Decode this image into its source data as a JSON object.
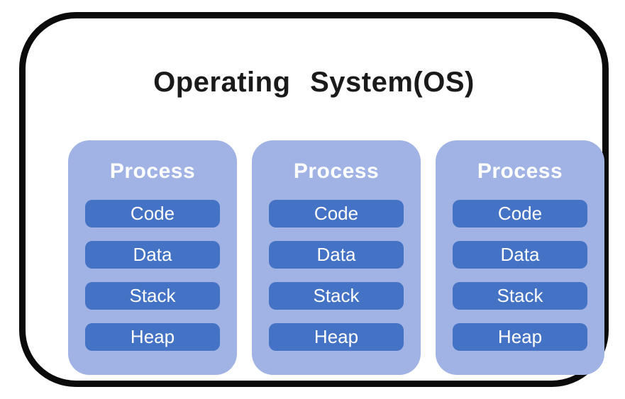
{
  "diagram": {
    "title": "Operating System(OS)",
    "processes": [
      {
        "label": "Process",
        "segments": [
          "Code",
          "Data",
          "Stack",
          "Heap"
        ]
      },
      {
        "label": "Process",
        "segments": [
          "Code",
          "Data",
          "Stack",
          "Heap"
        ]
      },
      {
        "label": "Process",
        "segments": [
          "Code",
          "Data",
          "Stack",
          "Heap"
        ]
      }
    ],
    "colors": {
      "frame_border": "#0B0B0B",
      "card_background": "#A1B3E4",
      "segment_background": "#4472C4",
      "title_text": "#1A1A1A",
      "card_text": "#FFFFFF",
      "page_background": "#FFFFFF"
    }
  }
}
